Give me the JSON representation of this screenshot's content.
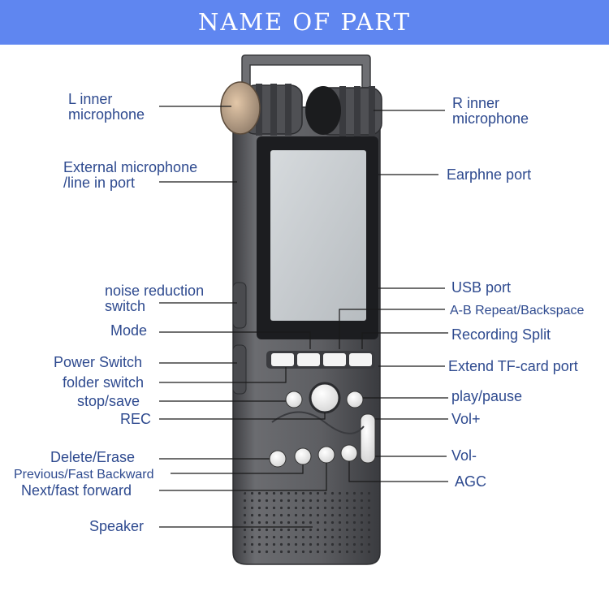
{
  "title": "NAME OF PART",
  "colors": {
    "banner": "#5f86f0",
    "label_text": "#2e4a8f",
    "leader_line": "#1a1a1a",
    "device_body": "#5a5b5f"
  },
  "labels": {
    "l_inner_mic_1": "L  inner",
    "l_inner_mic_2": "microphone",
    "r_inner_mic_1": "R  inner",
    "r_inner_mic_2": "microphone",
    "ext_mic_1": "External microphone",
    "ext_mic_2": "/line in port",
    "earphone_port": "Earphne port",
    "noise_reduction_1": "noise reduction",
    "noise_reduction_2": "switch",
    "usb_port": "USB port",
    "ab_repeat": "A-B Repeat/Backspace",
    "mode": "Mode",
    "recording_split": "Recording Split",
    "power_switch": "Power Switch",
    "extend_tf": "Extend TF-card port",
    "folder_switch": "folder switch",
    "stop_save": "stop/save",
    "play_pause": "play/pause",
    "rec": "REC",
    "vol_plus": "Vol+",
    "delete_erase": "Delete/Erase",
    "vol_minus": "Vol-",
    "previous_fast_backward": "Previous/Fast Backward",
    "agc": "AGC",
    "next_fast_forward": "Next/fast forward",
    "speaker": "Speaker"
  }
}
